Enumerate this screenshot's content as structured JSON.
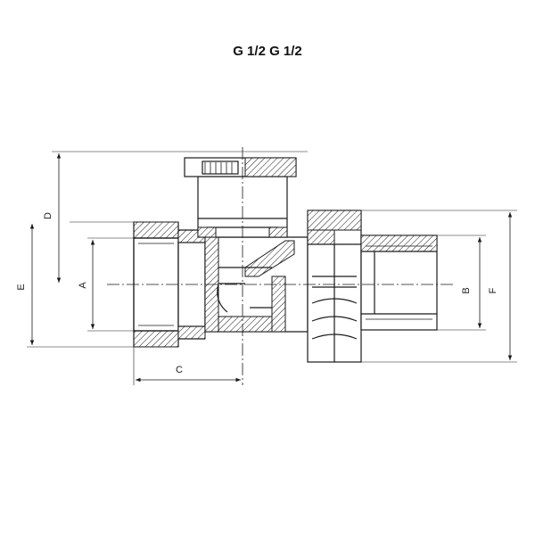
{
  "title": "G 1/2 G 1/2",
  "dimensions": {
    "a": "A",
    "b": "B",
    "c": "C",
    "d": "D",
    "e": "E",
    "f": "F"
  }
}
